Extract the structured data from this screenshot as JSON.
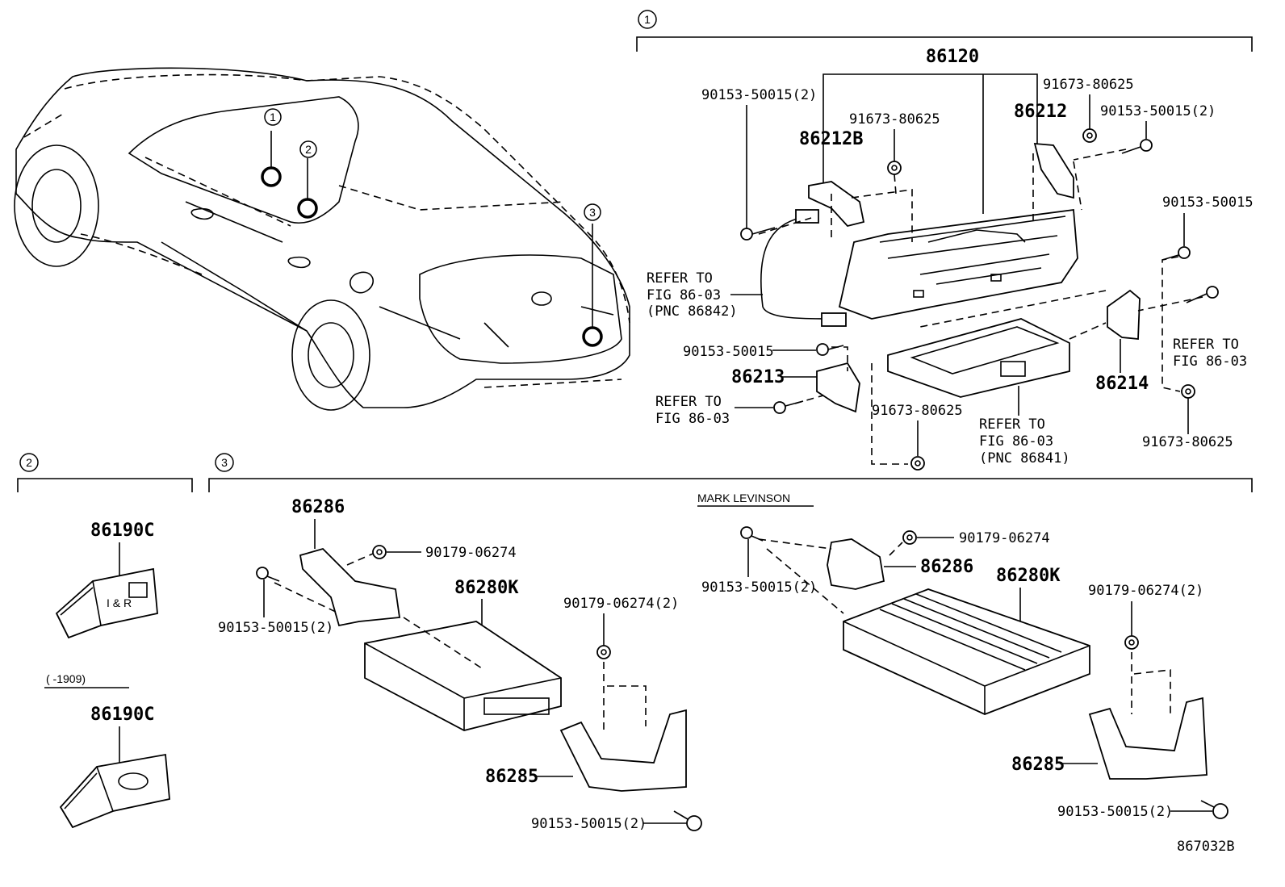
{
  "sections": {
    "s1": {
      "number": "1"
    },
    "s2": {
      "number": "2"
    },
    "s3": {
      "number": "3",
      "variant_label": "MARK LEVINSON"
    }
  },
  "car_callouts": [
    "1",
    "2",
    "3"
  ],
  "labels": {
    "p86120": "86120",
    "p86212B": "86212B",
    "p86212": "86212",
    "p86213": "86213",
    "p86214": "86214",
    "bolt_a": "90153-50015(2)",
    "bolt_b": "90153-50015(2)",
    "bolt_c": "90153-50015",
    "bolt_d": "90153-50015",
    "nut_a": "91673-80625",
    "nut_b": "91673-80625",
    "nut_c": "91673-80625",
    "nut_d": "91673-80625",
    "refer1": [
      "REFER TO",
      "FIG 86-03",
      "(PNC 86842)"
    ],
    "refer2": [
      "REFER TO",
      "FIG 86-03"
    ],
    "refer3": [
      "REFER TO",
      "FIG 86-03"
    ],
    "refer4": [
      "REFER TO",
      "FIG 86-03",
      "(PNC 86841)"
    ],
    "p86190C_1": "86190C",
    "p86190C_2": "86190C",
    "date_range": "(    -1909)",
    "p86286_l": "86286",
    "p86286_r": "86286",
    "p86280K_l": "86280K",
    "p86280K_r": "86280K",
    "p86285_l": "86285",
    "p86285_r": "86285",
    "n90179_l": "90179-06274",
    "n90179_r": "90179-06274",
    "n90179_2_l": "90179-06274(2)",
    "n90179_2_r": "90179-06274(2)",
    "b90153_l_top": "90153-50015(2)",
    "b90153_r_top": "90153-50015(2)",
    "b90153_l_bot": "90153-50015(2)",
    "b90153_r_bot": "90153-50015(2)",
    "figure_id": "867032B"
  }
}
